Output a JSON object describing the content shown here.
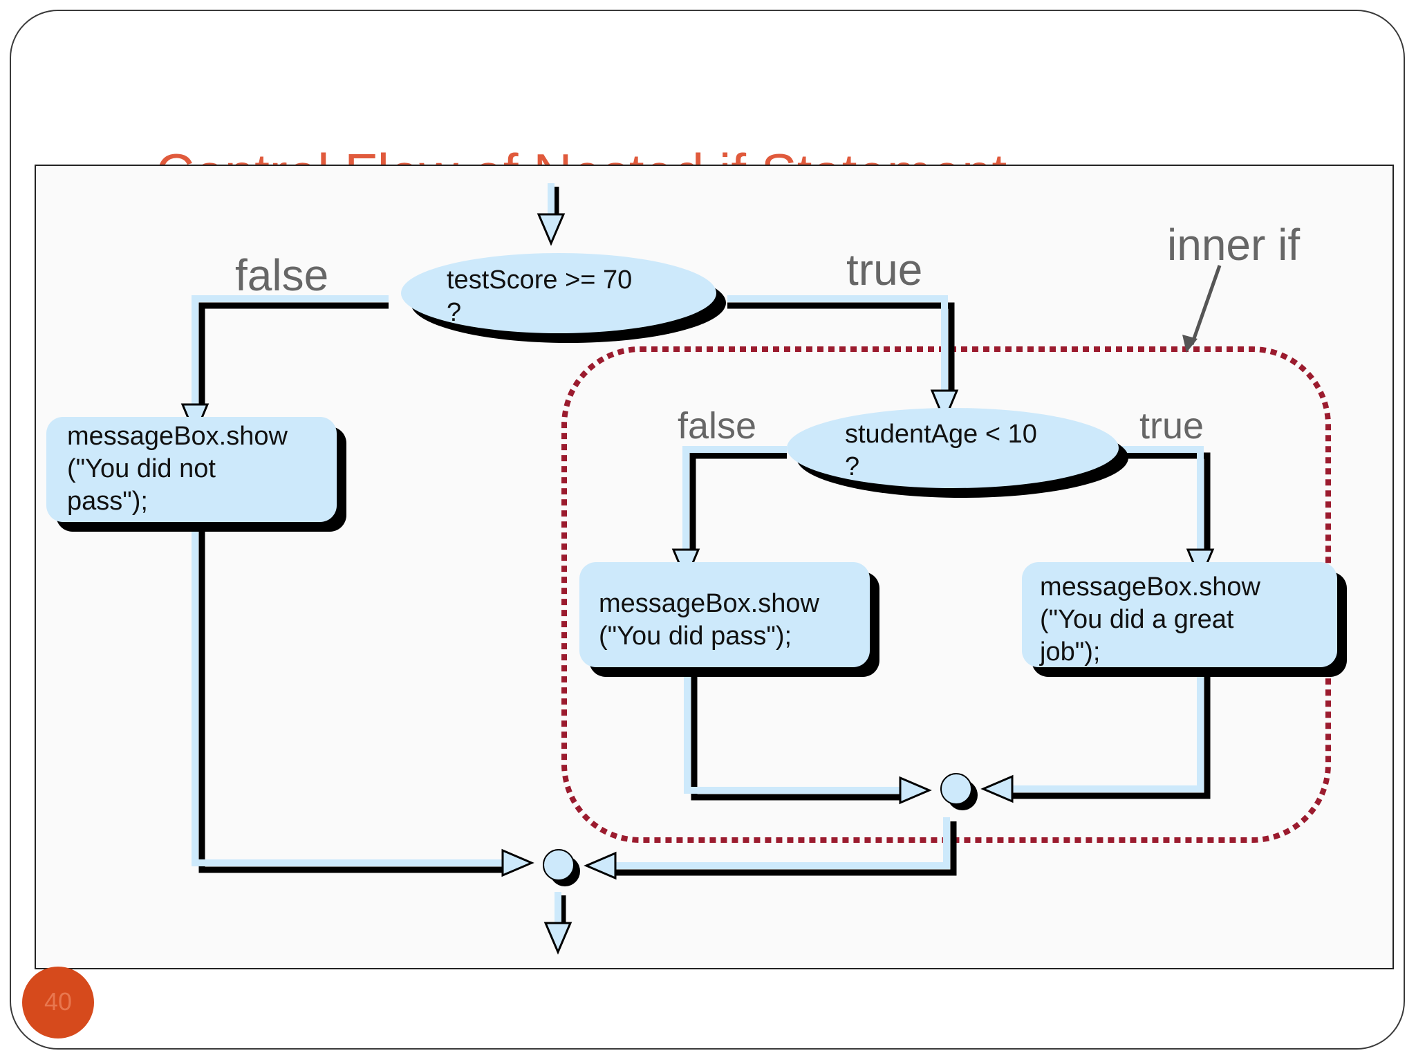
{
  "slide": {
    "title": "Control Flow of Nested if Statement",
    "page_number": "40"
  },
  "diagram": {
    "outer_condition": {
      "line1": "testScore >= 70",
      "line2": "?"
    },
    "outer_false_label": "false",
    "outer_true_label": "true",
    "inner_condition": {
      "line1": "studentAge < 10",
      "line2": "?"
    },
    "inner_false_label": "false",
    "inner_true_label": "true",
    "inner_if_label": "inner if",
    "action_not_pass": {
      "line1": "messageBox.show",
      "line2": "(\"You did not",
      "line3": "pass\");"
    },
    "action_pass": {
      "line1": "messageBox.show",
      "line2": "(\"You did pass\");"
    },
    "action_great": {
      "line1": "messageBox.show",
      "line2": "(\"You did a great",
      "line3": "job\");"
    }
  },
  "colors": {
    "node_fill": "#cde9fb",
    "shadow": "#000000",
    "inner_if_border": "#9b1b2e",
    "title": "#e05a3c",
    "label": "#666666",
    "page_badge": "#d64a1c"
  }
}
